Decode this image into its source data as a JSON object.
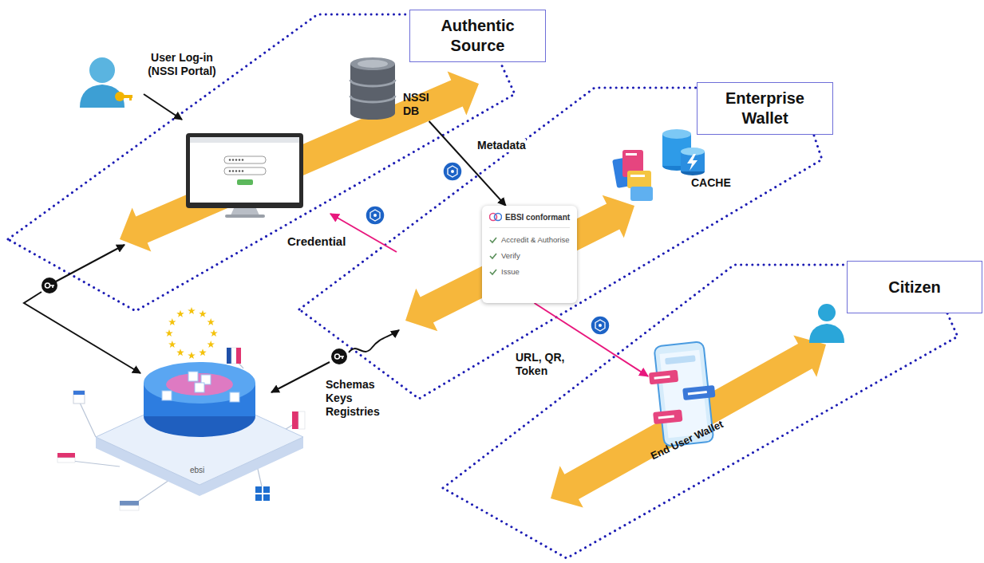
{
  "diagram": {
    "nodes": [
      {
        "text": [
          "Authentic Source"
        ]
      },
      {
        "text": [
          "NSSI DB"
        ]
      },
      {
        "text": [
          "Enterprise Wallet"
        ]
      },
      {
        "text": [
          "EBSI conformant",
          "Accredit & Authorise",
          "Verify",
          "Issue"
        ]
      },
      {
        "text": [
          "Citizen"
        ]
      },
      {
        "text": [
          "End User Wallet"
        ]
      }
    ],
    "edges": [
      {
        "from": 1,
        "to": 3,
        "label": "Metadata",
        "arrow": "to"
      },
      {
        "from": 3,
        "to": 5,
        "label": "URL, QR, Token",
        "arrow": "to"
      }
    ],
    "labels": [
      "User Log-in (NSSI Portal)",
      "Credential",
      "CACHE",
      "Schemas Keys Registries",
      "ebsi"
    ]
  }
}
